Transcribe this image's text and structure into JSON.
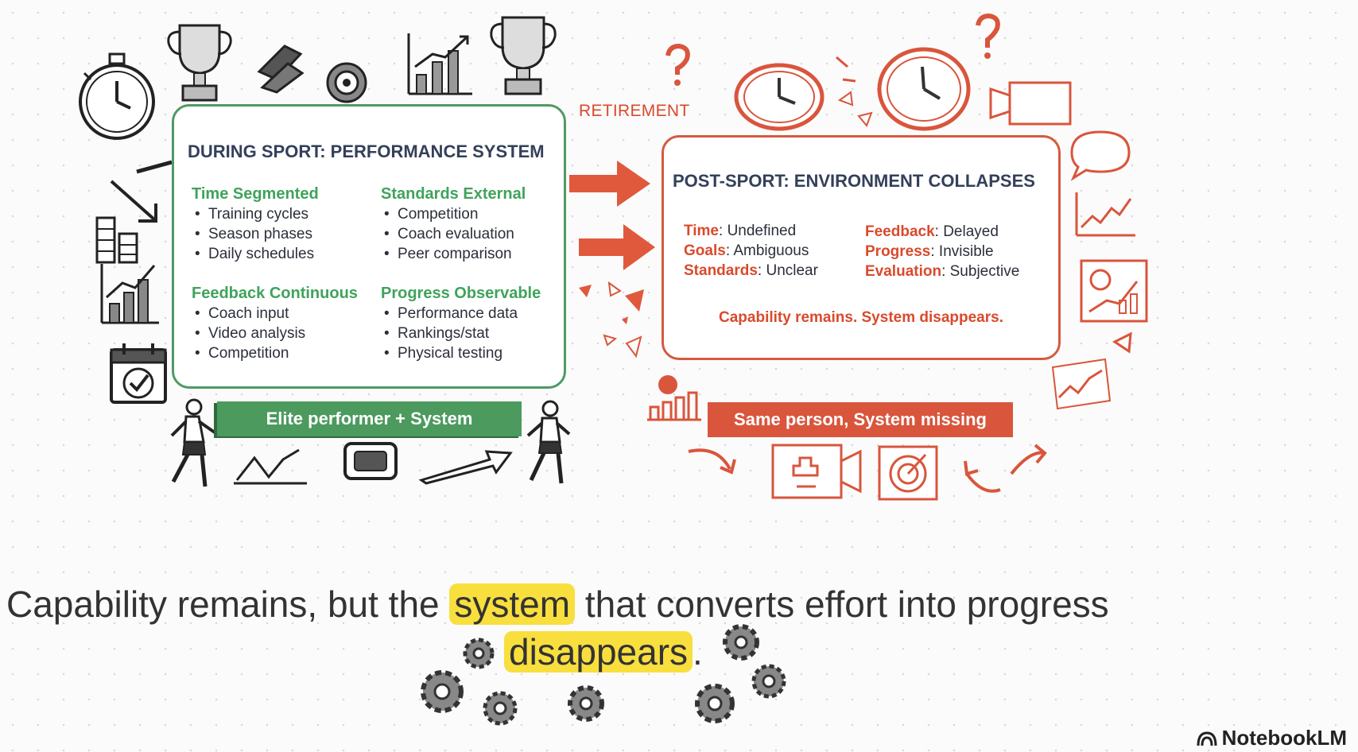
{
  "left_panel": {
    "title": "DURING SPORT: PERFORMANCE SYSTEM",
    "columns": [
      {
        "heading": "Time Segmented",
        "items": [
          "Training cycles",
          "Season phases",
          "Daily schedules"
        ]
      },
      {
        "heading": "Standards External",
        "items": [
          "Competition",
          "Coach evaluation",
          "Peer comparison"
        ]
      },
      {
        "heading": "Feedback Continuous",
        "items": [
          "Coach input",
          "Video analysis",
          "Competition"
        ]
      },
      {
        "heading": "Progress Observable",
        "items": [
          "Performance data",
          "Rankings/stat",
          "Physical testing"
        ]
      }
    ],
    "caption": "Elite performer + System"
  },
  "transition_label": "RETIREMENT",
  "right_panel": {
    "title": "POST-SPORT: ENVIRONMENT COLLAPSES",
    "pairs_left": [
      {
        "key": "Time",
        "value": ": Undefined"
      },
      {
        "key": "Goals",
        "value": ": Ambiguous"
      },
      {
        "key": "Standards",
        "value": ": Unclear"
      }
    ],
    "pairs_right": [
      {
        "key": "Feedback",
        "value": ": Delayed"
      },
      {
        "key": "Progress",
        "value": ": Invisible"
      },
      {
        "key": "Evaluation",
        "value": ": Subjective"
      }
    ],
    "tagline": "Capability remains. System disappears.",
    "caption": "Same person, System missing"
  },
  "sentence": {
    "line1_before": "Capability remains, but the ",
    "line1_highlight": "system",
    "line1_after": " that converts effort into progress",
    "line2_highlight": "disappears",
    "line2_after": "."
  },
  "brand": "NotebookLM",
  "colors": {
    "green": "#4c9a5e",
    "red": "#d9553c",
    "highlight": "#f8df3e",
    "title_navy": "#34405a"
  },
  "icons": [
    "stopwatch-icon",
    "trophy-icon",
    "target-icon",
    "bar-chart-icon",
    "clock-icon",
    "question-mark-icon",
    "speech-bubble-icon",
    "video-camera-icon",
    "calendar-icon",
    "runner-icon",
    "gear-icon",
    "arrow-icon"
  ]
}
